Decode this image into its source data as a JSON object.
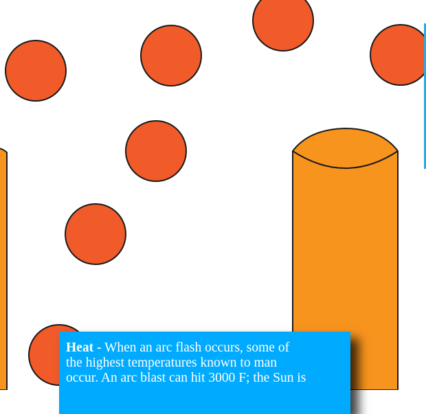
{
  "colors": {
    "particle_fill": "#f15a29",
    "electrode_fill": "#f7941e",
    "outline": "#1a1a1a",
    "card_background": "#00aaff",
    "card_text": "#ffffff",
    "accent_line": "#29abe2"
  },
  "info_card": {
    "heading": "Heat -",
    "line1_rest": "When an arc flash occurs, some of",
    "line2": "the highest temperatures known to man",
    "line3": "occur. An arc blast can hit 3000 F; the Sun is"
  }
}
